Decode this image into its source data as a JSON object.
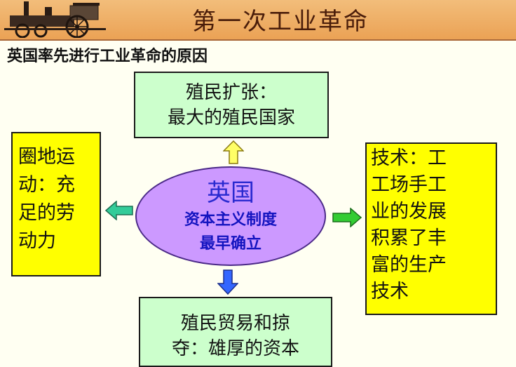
{
  "header": {
    "title": "第一次工业革命",
    "locomotive_icon": "steam-locomotive-icon",
    "color": "#eba255"
  },
  "subtitle": "英国率先进行工业革命的原因",
  "center": {
    "title": "英国",
    "line1": "资本主义制度",
    "line2": "最早确立",
    "fill": "#cc99ff"
  },
  "boxes": {
    "top": {
      "line1": "殖民扩张：",
      "line2": "最大的殖民国家"
    },
    "left": {
      "line1": "圈地运",
      "line2": "动：充",
      "line3": "足的劳",
      "line4": "动力"
    },
    "right": {
      "line1": "技术：工",
      "line2": "工场手工",
      "line3": "业的发展",
      "line4": "积累了丰",
      "line5": "富的生产",
      "line6": "技术"
    },
    "bottom": {
      "line1": "殖民贸易和掠",
      "line2": "夺：雄厚的资本"
    }
  },
  "arrows": {
    "up": {
      "icon": "arrow-up-icon",
      "color": "#ffff66"
    },
    "left": {
      "icon": "arrow-left-icon",
      "color": "#33cc99"
    },
    "right": {
      "icon": "arrow-right-icon",
      "color": "#33cc33"
    },
    "down": {
      "icon": "arrow-down-icon",
      "color": "#3366ff"
    }
  }
}
